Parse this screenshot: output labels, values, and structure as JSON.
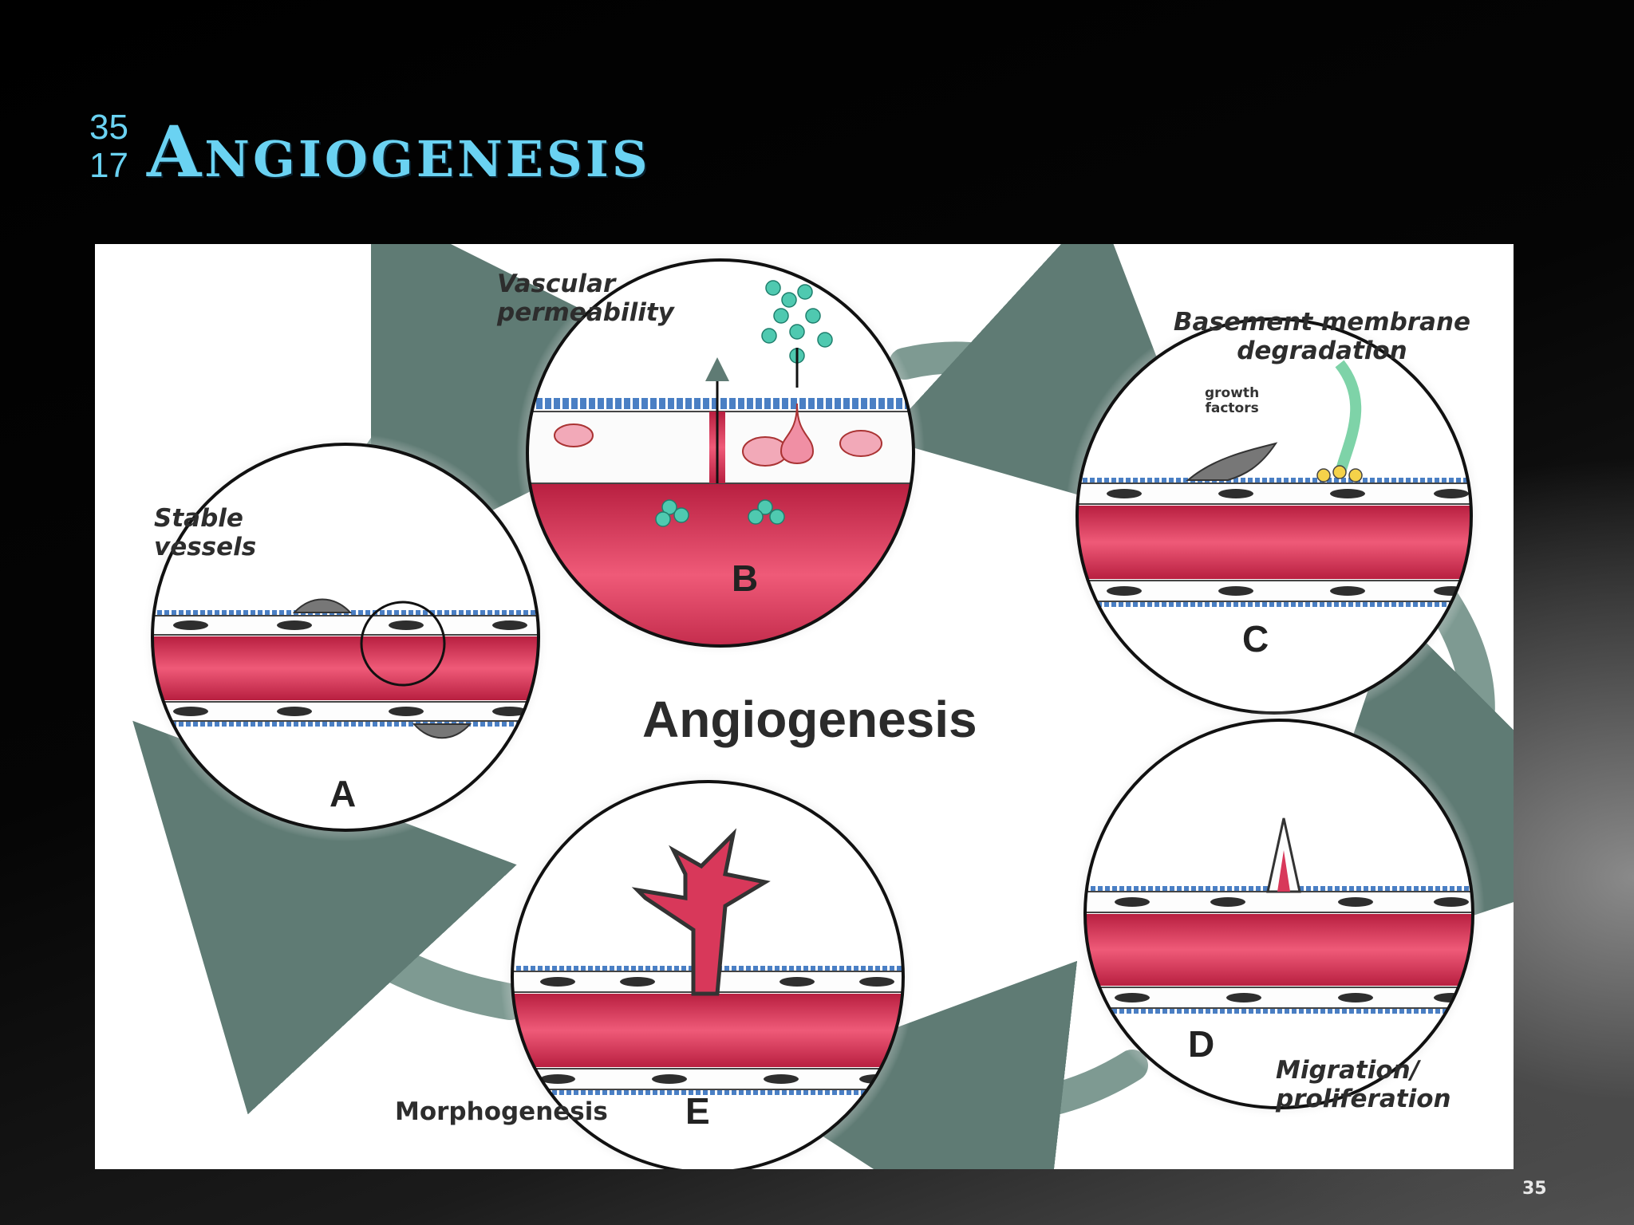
{
  "slide": {
    "number_top": "35",
    "number_bottom": "17",
    "title": "Angiogenesis",
    "page_number": "35"
  },
  "figure": {
    "center_title": "Angiogenesis",
    "stages": [
      {
        "letter": "A",
        "label_line1": "Stable",
        "label_line2": "vessels"
      },
      {
        "letter": "B",
        "label_line1": "Vascular",
        "label_line2": "permeability"
      },
      {
        "letter": "C",
        "label_line1": "Basement membrane",
        "label_line2": "degradation"
      },
      {
        "letter": "D",
        "label_line1": "Migration/",
        "label_line2": "proliferation"
      },
      {
        "letter": "E",
        "label_line1": "Morphogenesis",
        "label_line2": ""
      }
    ],
    "growth_factors_line1": "growth",
    "growth_factors_line2": "factors"
  },
  "colors": {
    "title": "#6ad2f2",
    "vessel": "#d8385a",
    "membrane": "#4a7fc4",
    "arrow": "#7e9a92"
  }
}
